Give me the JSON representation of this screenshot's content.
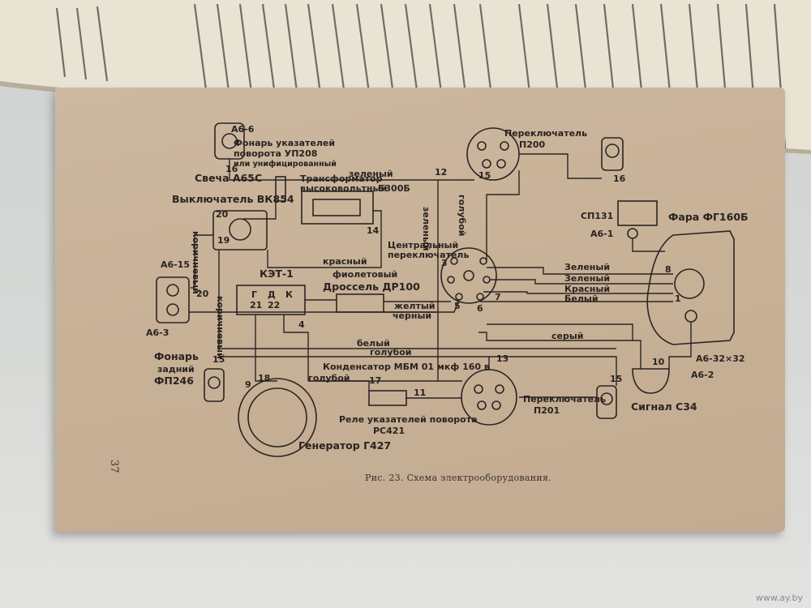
{
  "figure": {
    "caption": "Рис. 23. Схема электрооборудования.",
    "page_number": "37"
  },
  "labels": {
    "a66_top": "А6-6",
    "turn_lamp_1": "Фонарь указателей",
    "turn_lamp_2": "поворота УП208",
    "turn_lamp_3": "или унифицированный",
    "spark_plug": "Свеча А65С",
    "transformer_1": "Трансформатор",
    "transformer_2": "высоковольтный",
    "transformer_model": "Б300Б",
    "switch_vk": "Выключатель ВК854",
    "switch_p200_1": "Переключатель",
    "switch_p200_2": "П200",
    "sp131": "СП131",
    "a61": "А6-1",
    "headlamp": "Фара ФГ160Б",
    "central_switch_1": "Центральный",
    "central_switch_2": "переключатель",
    "ket1": "КЭТ-1",
    "choke": "Дроссель ДР100",
    "a615": "А6-15",
    "a63": "А6-3",
    "tail_lamp_1": "Фонарь",
    "tail_lamp_2": "задний",
    "tail_lamp_3": "ФП246",
    "condenser": "Конденсатор МБМ 01 мкф 160 в",
    "relay_1": "Реле указателей поворота",
    "relay_2": "РС421",
    "switch_p201_1": "Переключатель",
    "switch_p201_2": "П201",
    "generator": "Генератор Г427",
    "signal": "Сигнал С34",
    "a6_2": "А6-2",
    "a632": "А6-32×32",
    "w_green_top": "зеленый",
    "w_red": "красный",
    "w_violet": "фиолетовый",
    "w_yellow": "желтый",
    "w_black": "черный",
    "w_white": "белый",
    "w_blue": "голубой",
    "w_grey": "серый",
    "w_green_r": "Зеленый",
    "w_green_r2": "Зеленый",
    "w_red_r": "Красный",
    "w_white_r": "Белый",
    "w_brown1": "коричневый",
    "w_brown2": "коричневый",
    "w_green_v": "зеленый",
    "w_blue_v": "голубой",
    "w_blue_gen": "голубой",
    "ket_g": "Г",
    "ket_d": "Д",
    "ket_k": "К",
    "n12": "12",
    "n16a": "16",
    "n16b": "16",
    "n15a": "15",
    "n15b": "15",
    "n15c": "15",
    "n20a": "20",
    "n20b": "20",
    "n19": "19",
    "n14": "14",
    "n21": "21",
    "n22": "22",
    "n4": "4",
    "n3": "3",
    "n5": "5",
    "n6": "6",
    "n7": "7",
    "n8": "8",
    "n1": "1",
    "n9": "9",
    "n10": "10",
    "n11": "11",
    "n13": "13",
    "n17": "17",
    "n18": "18"
  },
  "watermark": "www.ay.by"
}
